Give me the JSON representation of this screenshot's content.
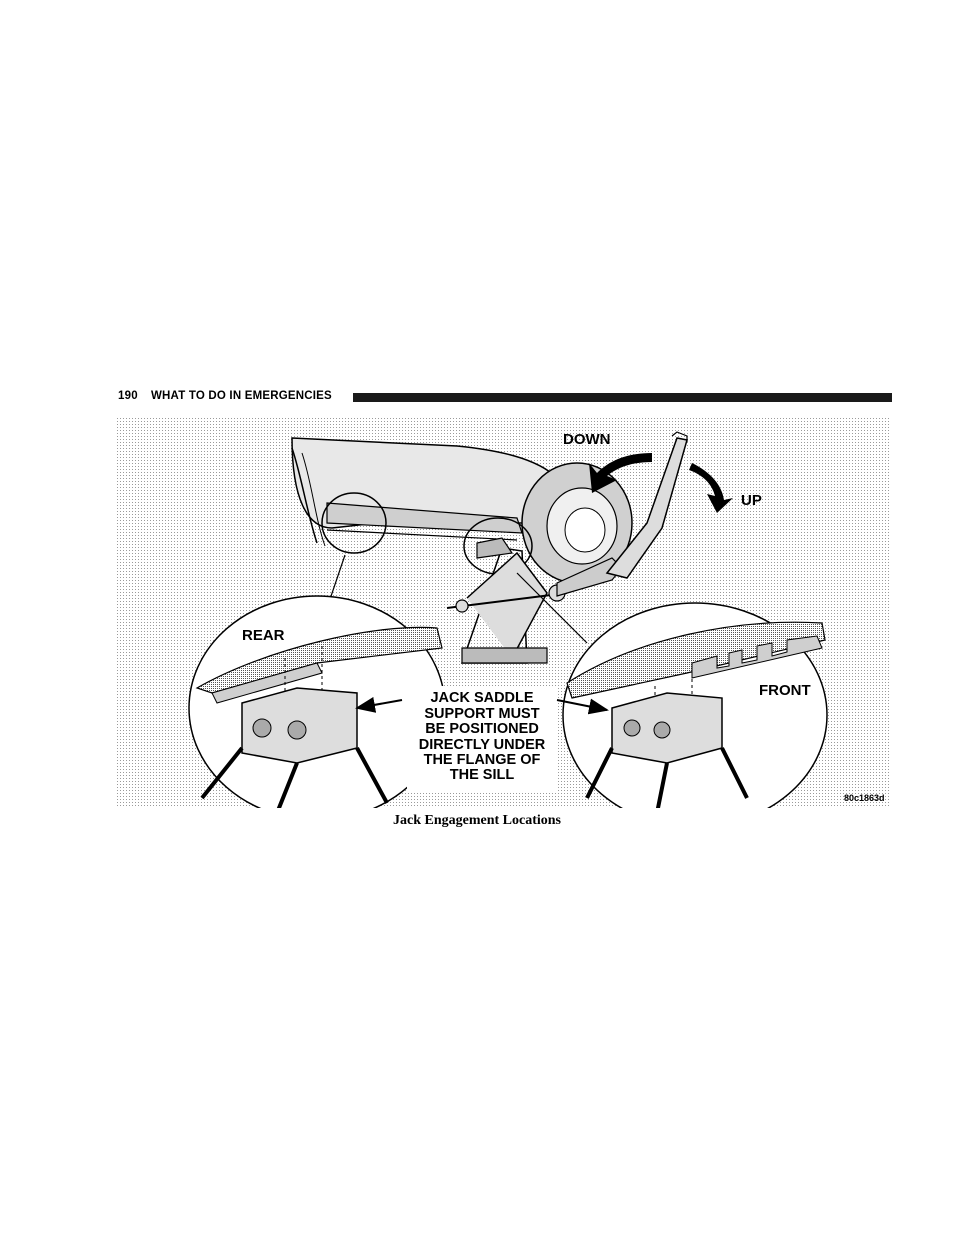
{
  "header": {
    "page_number": "190",
    "section_title": "WHAT TO DO IN EMERGENCIES"
  },
  "figure": {
    "labels": {
      "down": "DOWN",
      "up": "UP",
      "rear": "REAR",
      "front": "FRONT",
      "note_lines": [
        "JACK SADDLE",
        "SUPPORT MUST",
        "BE POSITIONED",
        "DIRECTLY UNDER",
        "THE FLANGE OF",
        "THE SILL"
      ],
      "code": "80c1863d"
    }
  },
  "caption": "Jack Engagement Locations"
}
